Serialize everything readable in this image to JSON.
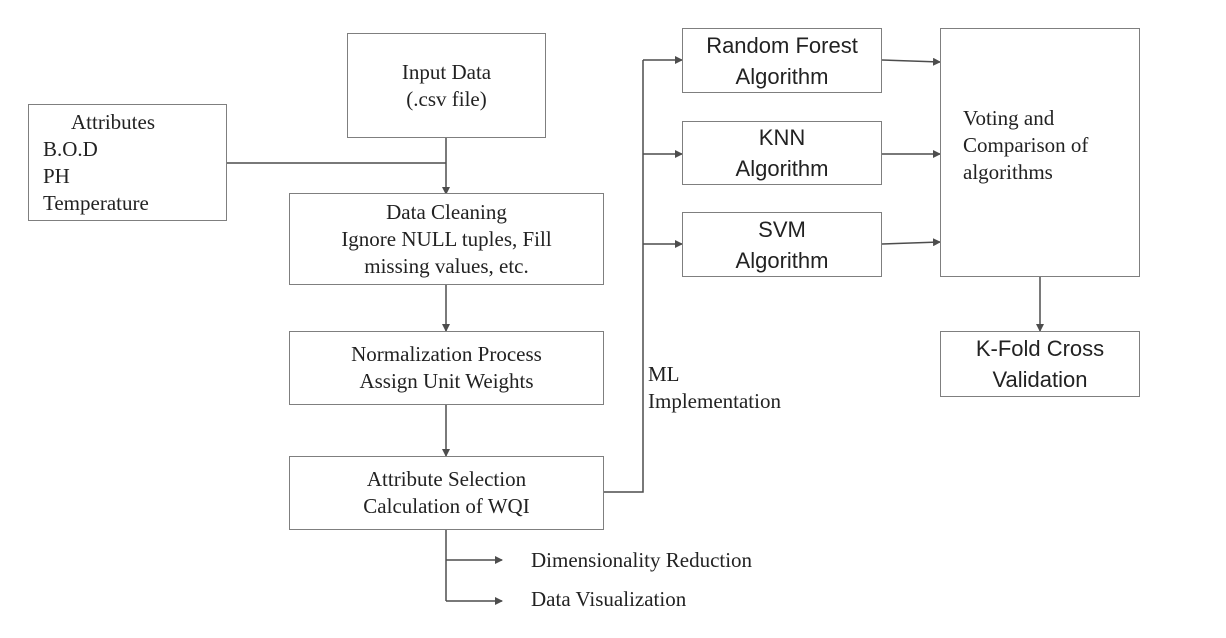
{
  "boxes": {
    "input_data": [
      "Input Data",
      "(.csv file)"
    ],
    "attributes": [
      "Attributes",
      "B.O.D",
      "PH",
      "Temperature"
    ],
    "data_cleaning": [
      "Data Cleaning",
      "Ignore NULL tuples, Fill",
      "missing values, etc."
    ],
    "normalization": [
      "Normalization Process",
      "Assign Unit Weights"
    ],
    "attribute_selection": [
      "Attribute Selection",
      "Calculation of WQI"
    ],
    "random_forest": [
      "Random Forest",
      "Algorithm"
    ],
    "knn": [
      "KNN",
      "Algorithm"
    ],
    "svm": [
      "SVM",
      "Algorithm"
    ],
    "voting": [
      "Voting and",
      "Comparison of",
      "algorithms"
    ],
    "kfold": [
      "K-Fold Cross",
      "Validation"
    ]
  },
  "labels": {
    "ml_implementation": [
      "ML",
      "Implementation"
    ],
    "dimensionality_reduction": "Dimensionality Reduction",
    "data_visualization": "Data Visualization"
  },
  "colors": {
    "line": "#4d4d4d",
    "border": "#7f7f7f",
    "text": "#222222"
  }
}
